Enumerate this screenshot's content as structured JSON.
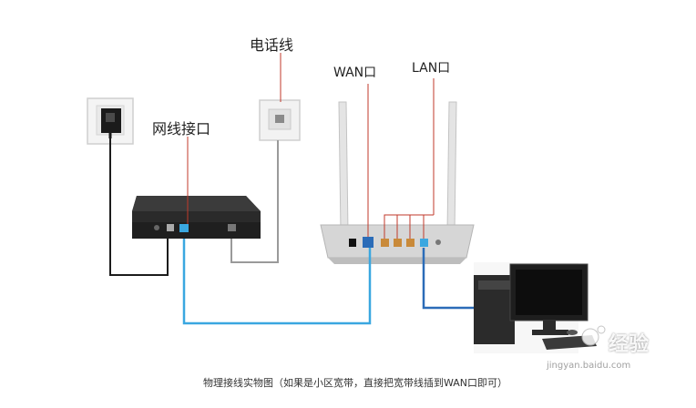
{
  "labels": {
    "phone_line": "电话线",
    "wan_port": "WAN口",
    "lan_port": "LAN口",
    "network_port": "网线接口"
  },
  "caption": "物理接线实物图（如果是小区宽带，直接把宽带线插到WAN口即可）",
  "watermark": {
    "text": "经验",
    "url": "jingyan.baidu.com"
  },
  "colors": {
    "blue_cable": "#3aa7e0",
    "dark_cable": "#1c1c1c",
    "gray_cable": "#9a9a9a",
    "pointer_red": "#c0392b"
  }
}
